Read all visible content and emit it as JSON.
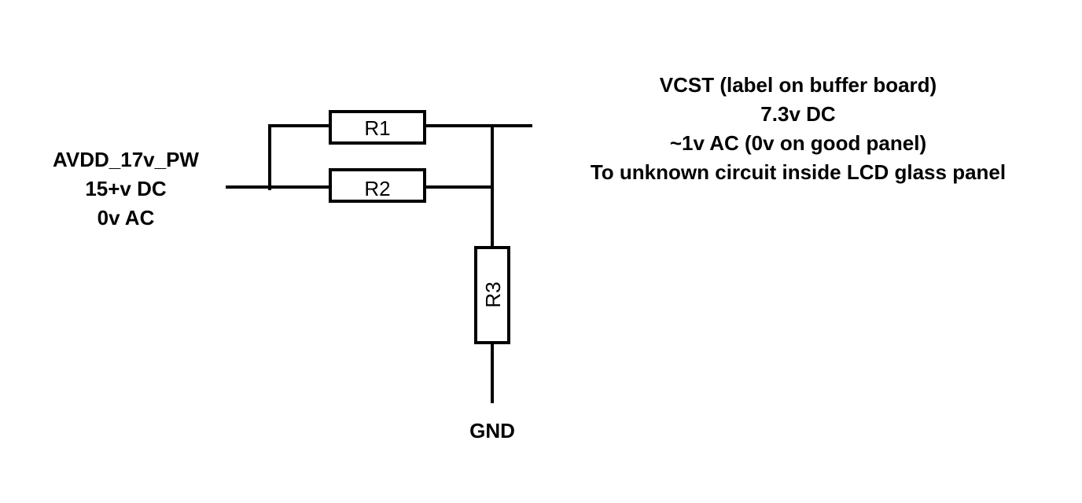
{
  "diagram": {
    "type": "circuit-schematic",
    "line_color": "#000000",
    "background": "#ffffff",
    "input_label": [
      "AVDD_17v_PW",
      "15+v DC",
      "0v AC"
    ],
    "output_label": [
      "VCST (label on buffer board)",
      "7.3v DC",
      "~1v AC (0v on good panel)",
      "To unknown circuit inside LCD glass panel"
    ],
    "ground_label": "GND",
    "resistors": [
      {
        "id": "R1",
        "label": "R1"
      },
      {
        "id": "R2",
        "label": "R2"
      },
      {
        "id": "R3",
        "label": "R3"
      }
    ]
  }
}
